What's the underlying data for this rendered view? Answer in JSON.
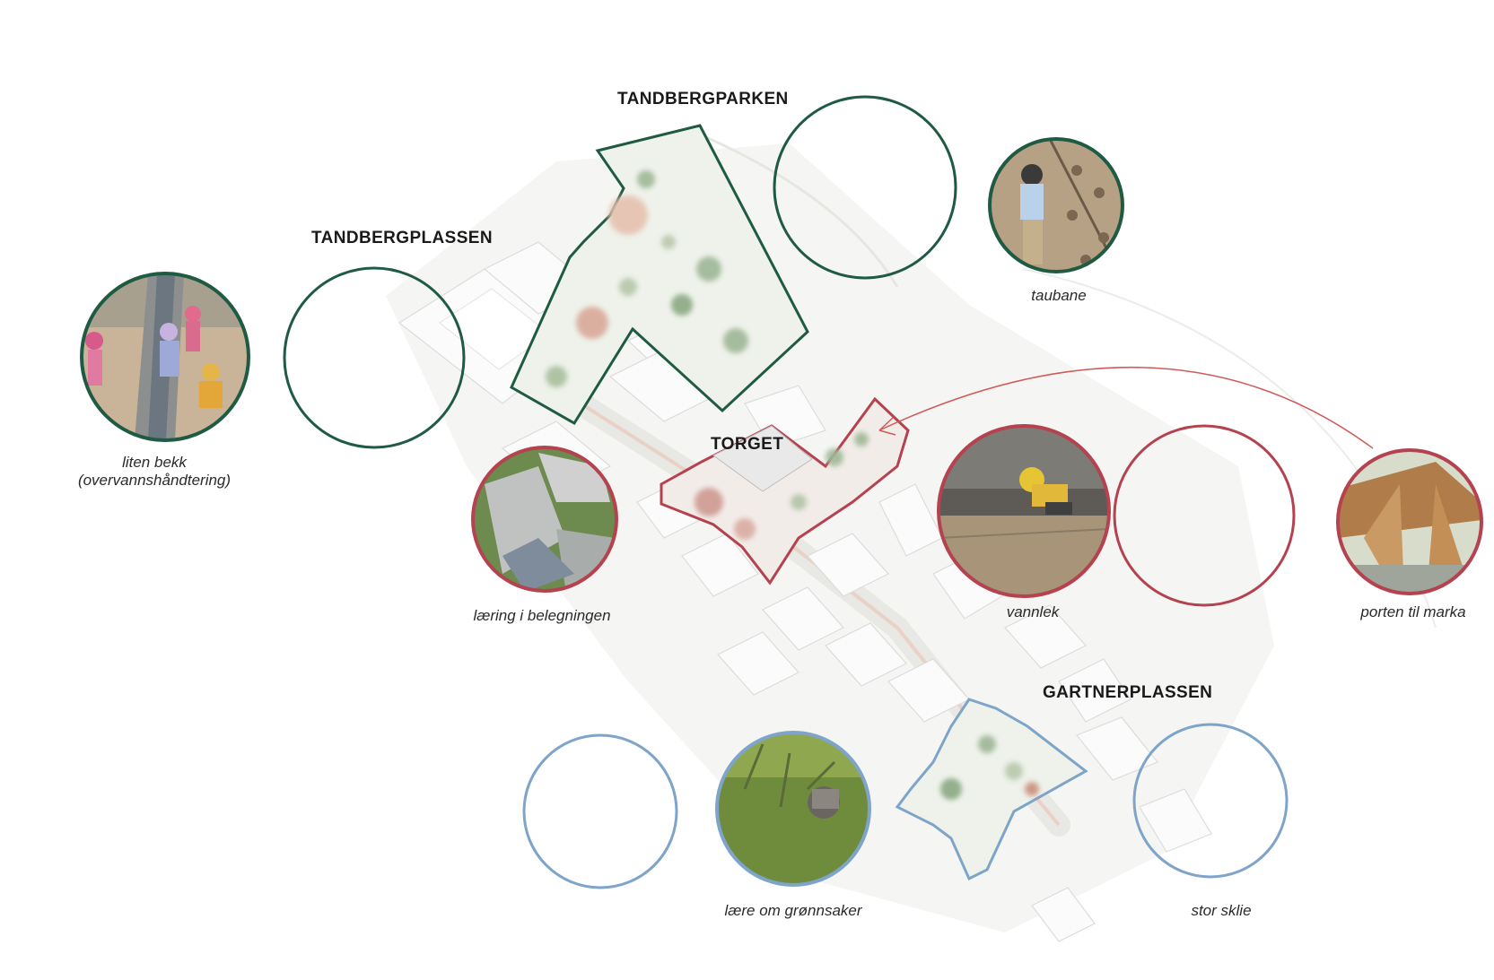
{
  "colors": {
    "green": "#1f5a43",
    "red": "#b4424f",
    "blue": "#7ea4c9",
    "arrow": "#cf5a5a"
  },
  "areas": {
    "tandbergparken": "TANDBERGPARKEN",
    "tandbergplassen": "TANDBERGPLASSEN",
    "torget": "TORGET",
    "gartnerplassen": "GARTNERPLASSEN"
  },
  "photos": {
    "liten_bekk": {
      "caption_1": "liten bekk",
      "caption_2": "(overvannshåndtering)",
      "icon": "stream-photo"
    },
    "taubane": {
      "caption": "taubane",
      "icon": "climbing-wall-photo"
    },
    "laering": {
      "caption": "læring i belegningen",
      "icon": "paving-stone-photo"
    },
    "vannlek": {
      "caption": "vannlek",
      "icon": "water-play-photo"
    },
    "porten": {
      "caption": "porten til marka",
      "icon": "wooden-gate-photo"
    },
    "laere_gronnsaker": {
      "caption": "lære om grønnsaker",
      "icon": "vegetable-garden-photo"
    },
    "stor_sklie": {
      "caption": "stor sklie",
      "icon": "empty-circle"
    }
  }
}
